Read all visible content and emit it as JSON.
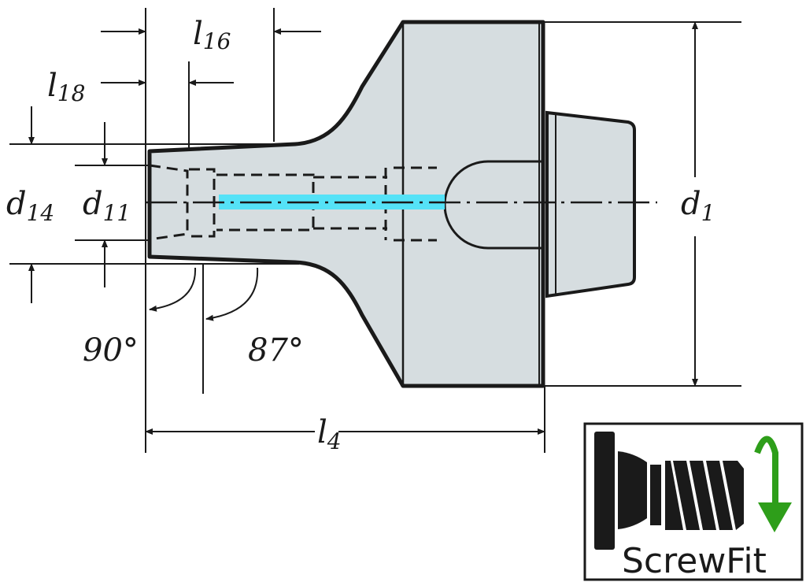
{
  "title": "ScrewFit adapter dimension drawing",
  "colors": {
    "body_fill": "#d6dde0",
    "line": "#1a1a1a",
    "coolant_highlight": "#55e2f7",
    "logo_arrow": "#2e9e1a"
  },
  "dimensions": {
    "l16": {
      "main": "l",
      "sub": "16"
    },
    "l18": {
      "main": "l",
      "sub": "18"
    },
    "d14": {
      "main": "d",
      "sub": "14"
    },
    "d11": {
      "main": "d",
      "sub": "11"
    },
    "d1": {
      "main": "d",
      "sub": "1"
    },
    "l4": {
      "main": "l",
      "sub": "4"
    },
    "angle_90": "90°",
    "angle_87": "87°"
  },
  "logo": {
    "text": "ScrewFit"
  }
}
